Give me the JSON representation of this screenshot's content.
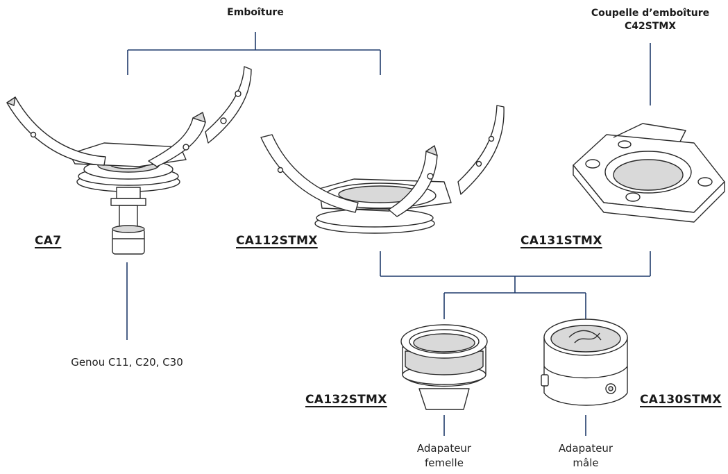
{
  "headings": {
    "emboiture": "Emboîture",
    "coupelle_line1": "Coupelle d’emboîture",
    "coupelle_line2": "C42STMX"
  },
  "codes": {
    "ca7": "CA7",
    "ca112": "CA112STMX",
    "ca131": "CA131STMX",
    "ca132": "CA132STMX",
    "ca130": "CA130STMX"
  },
  "descriptions": {
    "genou": "Genou C11, C20, C30",
    "femelle_line1": "Adapateur",
    "femelle_line2": "femelle",
    "male_line1": "Adapateur",
    "male_line2": "mâle"
  },
  "colors": {
    "connector": "#1f3a6b",
    "outline": "#2a2a2a",
    "fill": "#ffffff",
    "shade": "#d9d9d9"
  }
}
